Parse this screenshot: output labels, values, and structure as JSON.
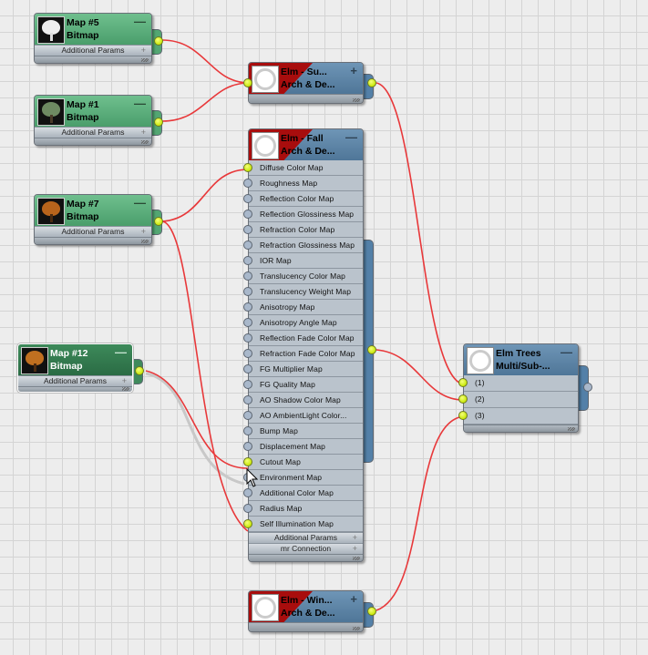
{
  "colors": {
    "wire": "#e8383a",
    "socket_connected": "#d4f010",
    "socket_empty": "#a9b8cb",
    "map_header": "#5aae7b",
    "map_header_selected": "#2f7a4d",
    "material_header": "#5f87aa",
    "material_flag": "#a80d0d"
  },
  "maps": [
    {
      "id": "map5",
      "title": "Map #5",
      "type": "Bitmap",
      "params": "Additional Params",
      "thumb": "white-tree",
      "collapse_icon": "minus-icon"
    },
    {
      "id": "map1",
      "title": "Map #1",
      "type": "Bitmap",
      "params": "Additional Params",
      "thumb": "green-tree",
      "collapse_icon": "minus-icon"
    },
    {
      "id": "map7",
      "title": "Map #7",
      "type": "Bitmap",
      "params": "Additional Params",
      "thumb": "autumn-tree",
      "collapse_icon": "minus-icon"
    },
    {
      "id": "map12",
      "title": "Map #12",
      "type": "Bitmap",
      "params": "Additional Params",
      "thumb": "autumn-tree",
      "selected": true,
      "collapse_icon": "minus-icon"
    }
  ],
  "materials": {
    "summer": {
      "title": "Elm - Su...",
      "type": "Arch & De...",
      "expand_icon": "plus-icon"
    },
    "fall": {
      "title": "Elm - Fall",
      "type": "Arch & De...",
      "collapse_icon": "minus-icon",
      "slots": [
        {
          "label": "Diffuse Color Map",
          "connected": true
        },
        {
          "label": "Roughness Map",
          "connected": false
        },
        {
          "label": "Reflection Color Map",
          "connected": false
        },
        {
          "label": "Reflection Glossiness Map",
          "connected": false
        },
        {
          "label": "Refraction Color Map",
          "connected": false
        },
        {
          "label": "Refraction Glossiness Map",
          "connected": false
        },
        {
          "label": "IOR Map",
          "connected": false
        },
        {
          "label": "Translucency Color Map",
          "connected": false
        },
        {
          "label": "Translucency Weight Map",
          "connected": false
        },
        {
          "label": "Anisotropy Map",
          "connected": false
        },
        {
          "label": "Anisotropy Angle Map",
          "connected": false
        },
        {
          "label": "Reflection Fade Color Map",
          "connected": false
        },
        {
          "label": "Refraction Fade Color Map",
          "connected": false
        },
        {
          "label": "FG Multiplier Map",
          "connected": false
        },
        {
          "label": "FG Quality Map",
          "connected": false
        },
        {
          "label": "AO Shadow Color Map",
          "connected": false
        },
        {
          "label": "AO AmbientLight Color...",
          "connected": false
        },
        {
          "label": "Bump Map",
          "connected": false
        },
        {
          "label": "Displacement Map",
          "connected": false
        },
        {
          "label": "Cutout Map",
          "connected": true
        },
        {
          "label": "Environment Map",
          "connected": false
        },
        {
          "label": "Additional Color Map",
          "connected": false
        },
        {
          "label": "Radius Map",
          "connected": false
        },
        {
          "label": "Self Illumination Map",
          "connected": true
        }
      ],
      "rollouts": [
        {
          "label": "Additional Params"
        },
        {
          "label": "mr Connection"
        }
      ]
    },
    "winter": {
      "title": "Elm - Win...",
      "type": "Arch & De...",
      "expand_icon": "plus-icon"
    },
    "multi": {
      "title": "Elm Trees",
      "type": "Multi/Sub-...",
      "collapse_icon": "minus-icon",
      "slots": [
        {
          "label": "(1)",
          "connected": true
        },
        {
          "label": "(2)",
          "connected": true
        },
        {
          "label": "(3)",
          "connected": true
        }
      ]
    }
  },
  "connections": [
    {
      "from": "Map #5",
      "to": "Elm - Su..."
    },
    {
      "from": "Map #1",
      "to": "Elm - Su..."
    },
    {
      "from": "Map #7",
      "to": "Elm - Fall / Diffuse Color Map"
    },
    {
      "from": "Map #7",
      "to": "Elm - Fall / Self Illumination Map"
    },
    {
      "from": "Map #12",
      "to": "Elm - Fall / Cutout Map"
    },
    {
      "from": "Elm - Su...",
      "to": "Elm Trees / (1)"
    },
    {
      "from": "Elm - Fall",
      "to": "Elm Trees / (2)"
    },
    {
      "from": "Elm - Win...",
      "to": "Elm Trees / (3)"
    }
  ],
  "glyphs": {
    "minus": "—",
    "plus": "+"
  }
}
